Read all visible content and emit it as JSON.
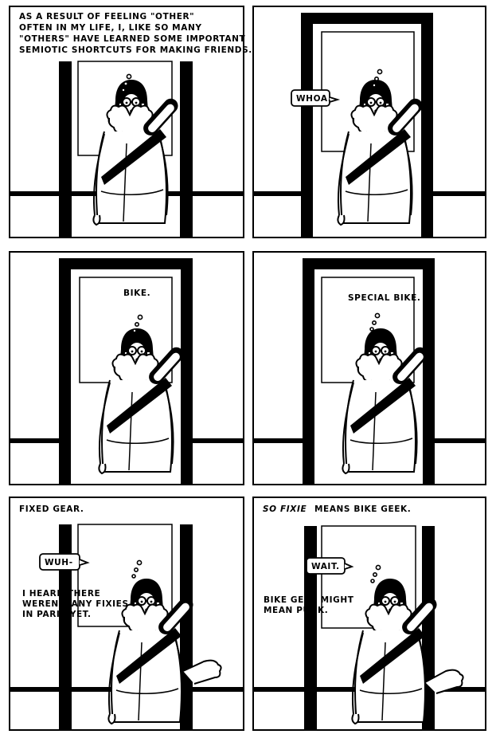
{
  "panels": [
    {
      "caption_lines": [
        "AS A RESULT OF FEELING \"OTHER\"",
        "OFTEN IN MY LIFE, I, LIKE SO MANY",
        "\"OTHERS\" HAVE LEARNED SOME IMPORTANT",
        "SEMIOTIC SHORTCUTS FOR MAKING FRIENDS."
      ]
    },
    {
      "speech": "WHOA."
    },
    {
      "thought": "BIKE."
    },
    {
      "thought": "SPECIAL BIKE."
    },
    {
      "caption": "FIXED GEAR.",
      "speech": "WUH-",
      "thought_lines": [
        "I HEARD THERE",
        "WEREN'T ANY FIXIES",
        "IN PARIS YET."
      ]
    },
    {
      "caption_a": "SO",
      "caption_b": "FIXIE",
      "caption_c": "MEANS BIKE GEEK.",
      "speech": "WAIT.",
      "thought_lines": [
        "BIKE GEEK MIGHT",
        "MEAN PUNK."
      ]
    }
  ],
  "colors": {
    "ink": "#000000",
    "paper": "#ffffff"
  }
}
